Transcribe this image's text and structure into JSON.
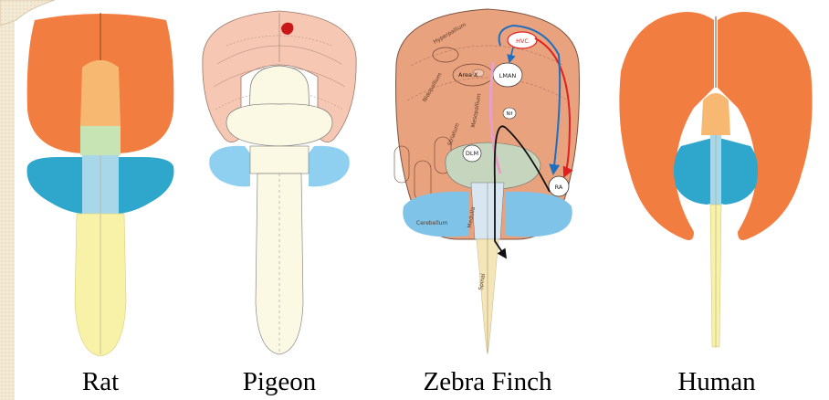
{
  "colors": {
    "cortex": "#F27D40",
    "diencephalon_top": "#F7B971",
    "midbrain": "#C7E4B5",
    "cerebellum": "#2FA6CB",
    "brainstem": "#A9D7EA",
    "spinal": "#F8F1A8",
    "pigeon_pallium": "#F6C8B4",
    "pigeon_body": "#FBF9E4",
    "finch_pallium": "#E8A27E",
    "finch_thalamus": "#C6D5BE",
    "finch_cerebellum": "#7FC4E8",
    "pathway_red": "#E02020",
    "pathway_blue": "#1F6FC0",
    "pathway_black": "#111111"
  },
  "panels": [
    {
      "id": "rat",
      "caption": "Rat"
    },
    {
      "id": "pigeon",
      "caption": "Pigeon"
    },
    {
      "id": "zebra-finch",
      "caption": "Zebra Finch"
    },
    {
      "id": "human",
      "caption": "Human"
    }
  ],
  "finch_labels": {
    "hvc": "HVC",
    "area_x": "Area X",
    "ra": "RA",
    "dlm": "DLM",
    "lman": "LMAN",
    "nif": "Nif",
    "cerebellum": "Cerebellum"
  }
}
